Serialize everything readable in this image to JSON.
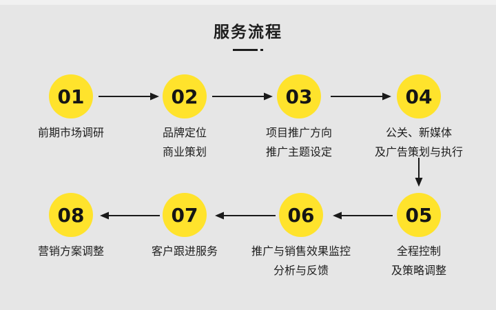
{
  "header": {
    "title": "服务流程"
  },
  "theme": {
    "background": "#e6e6e6",
    "top_strip": "#f1f1f1",
    "circle_yellow": "#ffe32c",
    "ink": "#1d1d1d"
  },
  "steps": [
    {
      "number": "01",
      "label_lines": [
        "前期市场调研"
      ]
    },
    {
      "number": "02",
      "label_lines": [
        "品牌定位",
        "商业策划"
      ]
    },
    {
      "number": "03",
      "label_lines": [
        "项目推广方向",
        "推广主题设定"
      ]
    },
    {
      "number": "04",
      "label_lines": [
        "公关、新媒体",
        "及广告策划与执行"
      ]
    },
    {
      "number": "05",
      "label_lines": [
        "全程控制",
        "及策略调整"
      ]
    },
    {
      "number": "06",
      "label_lines": [
        "推广与销售效果监控",
        "分析与反馈"
      ]
    },
    {
      "number": "07",
      "label_lines": [
        "客户跟进服务"
      ]
    },
    {
      "number": "08",
      "label_lines": [
        "营销方案调整"
      ]
    }
  ]
}
